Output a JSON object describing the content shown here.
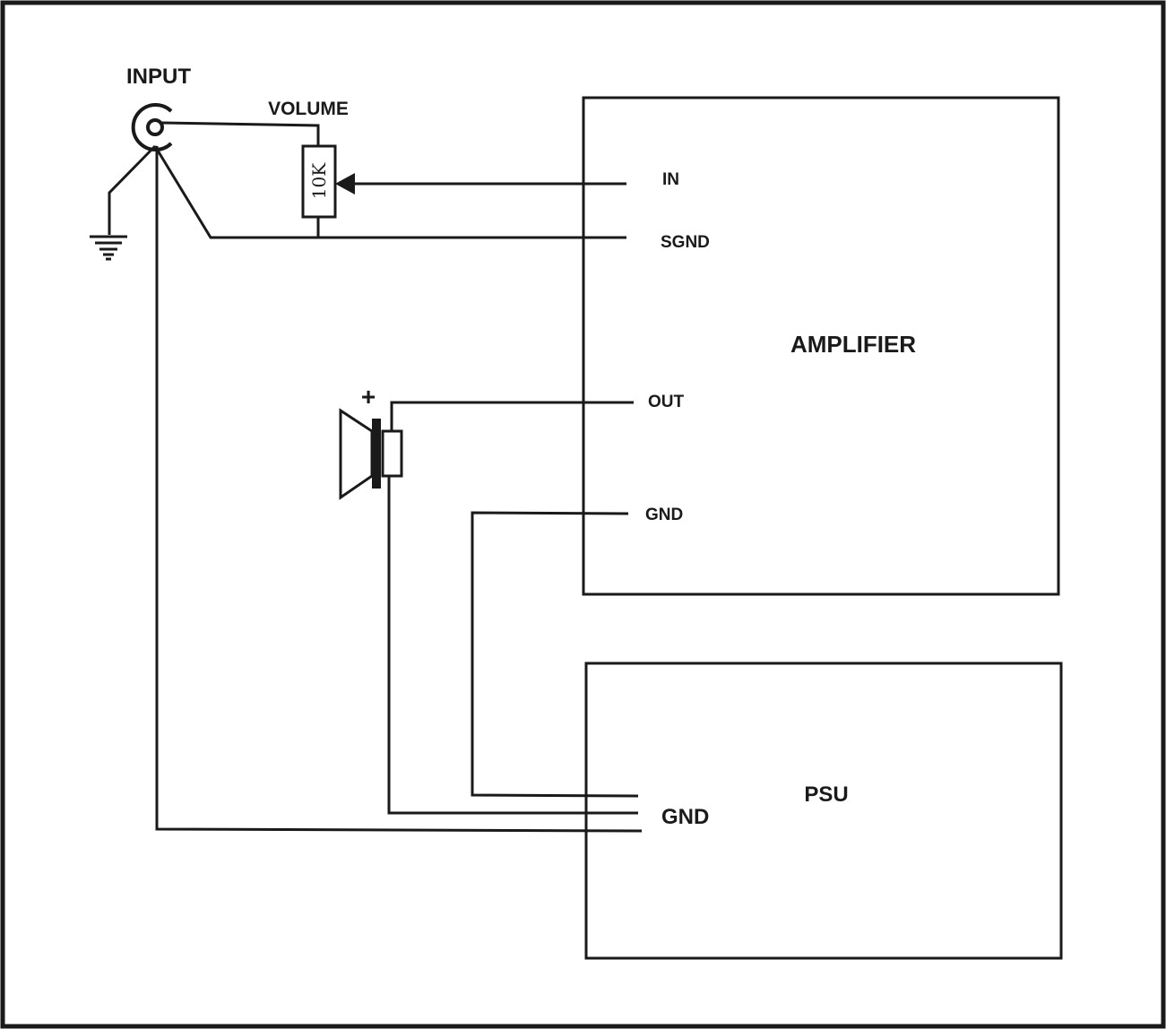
{
  "labels": {
    "input": "INPUT",
    "volume": "VOLUME",
    "pot_value": "10K",
    "amp_in": "IN",
    "amp_sgnd": "SGND",
    "amplifier": "AMPLIFIER",
    "speaker_plus": "+",
    "amp_out": "OUT",
    "amp_gnd": "GND",
    "psu": "PSU",
    "psu_gnd": "GND"
  },
  "colors": {
    "line": "#1a1a1a",
    "background": "#ffffff"
  }
}
